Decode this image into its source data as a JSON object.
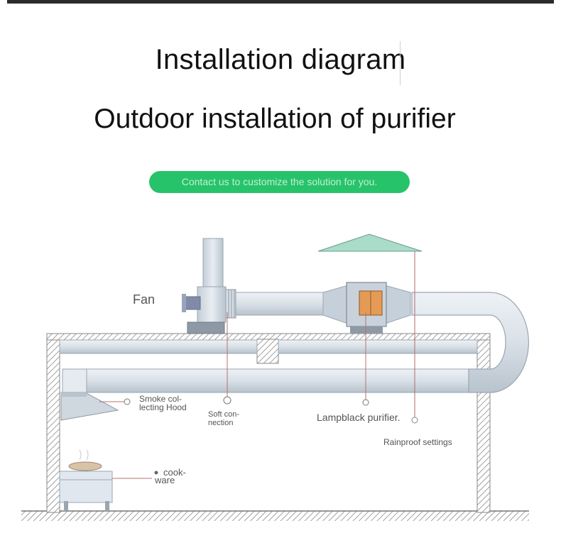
{
  "header": {
    "title": "Installation diagram",
    "subtitle": "Outdoor installation of purifier",
    "cta_label": "Contact us to customize the solution for you."
  },
  "diagram": {
    "labels": {
      "fan": "Fan",
      "smoke_hood_line1": "Smoke col-",
      "smoke_hood_line2": "lecting Hood",
      "soft_connection_line1": "Soft con-",
      "soft_connection_line2": "nection",
      "lampblack_purifier": "Lampblack purifier.",
      "rainproof": "Rainproof settings",
      "cookware_line1": "cook-",
      "cookware_line2": "ware"
    },
    "colors": {
      "pipe": "#dce3ea",
      "pipe_edge": "#aab5c0",
      "wall": "#8a8a8a",
      "cover": "#9fd3c0",
      "purifier_door": "#e59b55",
      "cta": "#27c36a"
    }
  }
}
